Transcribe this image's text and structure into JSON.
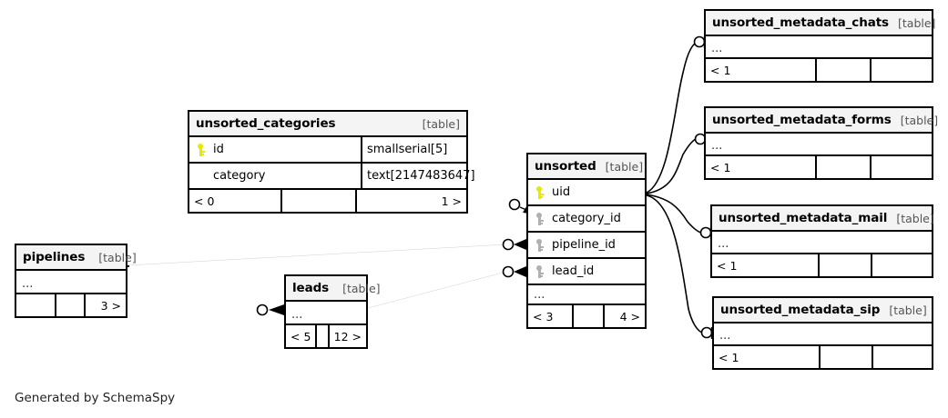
{
  "diagram": {
    "generator_note": "Generated by SchemaSpy",
    "table_tag": "[table]",
    "ellipsis": "..."
  },
  "tables": {
    "pipelines": {
      "name": "pipelines",
      "tag": "[table]",
      "ellipsis": "...",
      "footer": {
        "left": "",
        "center": "",
        "right": "3 >"
      }
    },
    "leads": {
      "name": "leads",
      "tag": "[table]",
      "ellipsis": "...",
      "footer": {
        "left": "< 5",
        "center": "",
        "right": "12 >"
      }
    },
    "unsorted_categories": {
      "name": "unsorted_categories",
      "tag": "[table]",
      "columns": [
        {
          "key": "pk",
          "name": "id",
          "type": "smallserial[5]"
        },
        {
          "key": "none",
          "name": "category",
          "type": "text[2147483647]"
        }
      ],
      "footer": {
        "left": "< 0",
        "center": "",
        "right": "1 >"
      }
    },
    "unsorted": {
      "name": "unsorted",
      "tag": "[table]",
      "columns": [
        {
          "key": "pk",
          "name": "uid"
        },
        {
          "key": "fk",
          "name": "category_id"
        },
        {
          "key": "fk",
          "name": "pipeline_id"
        },
        {
          "key": "fk",
          "name": "lead_id"
        }
      ],
      "ellipsis": "...",
      "footer": {
        "left": "< 3",
        "center": "",
        "right": "4 >"
      }
    },
    "unsorted_metadata_chats": {
      "name": "unsorted_metadata_chats",
      "tag": "[table]",
      "ellipsis": "...",
      "footer": {
        "left": "< 1",
        "center": "",
        "right": ""
      }
    },
    "unsorted_metadata_forms": {
      "name": "unsorted_metadata_forms",
      "tag": "[table]",
      "ellipsis": "...",
      "footer": {
        "left": "< 1",
        "center": "",
        "right": ""
      }
    },
    "unsorted_metadata_mail": {
      "name": "unsorted_metadata_mail",
      "tag": "[table]",
      "ellipsis": "...",
      "footer": {
        "left": "< 1",
        "center": "",
        "right": ""
      }
    },
    "unsorted_metadata_sip": {
      "name": "unsorted_metadata_sip",
      "tag": "[table]",
      "ellipsis": "...",
      "footer": {
        "left": "< 1",
        "center": "",
        "right": ""
      }
    }
  },
  "colors": {
    "primary_key": "#e8e800",
    "foreign_key": "#b0b0b0",
    "border": "#000000",
    "header_fill": "#f4f4f4",
    "background": "#ffffff"
  }
}
